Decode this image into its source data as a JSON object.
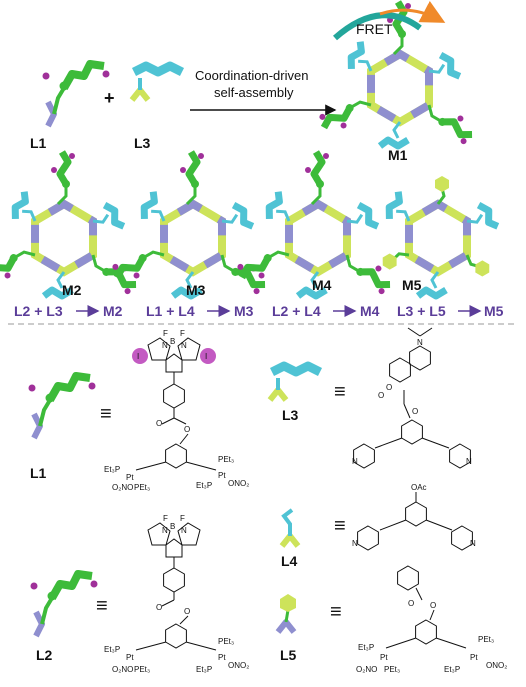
{
  "top": {
    "l1": "L1",
    "plus": "+",
    "l3": "L3",
    "arrow_line1": "Coordination-driven",
    "arrow_line2": "self-assembly",
    "m1": "M1",
    "fret": "FRET"
  },
  "middle": {
    "labels": [
      "M2",
      "M3",
      "M4",
      "M5"
    ],
    "equations": [
      "L2 + L3",
      "L1 + L4",
      "L2 + L4",
      "L3 + L5"
    ],
    "products": [
      "M2",
      "M3",
      "M4",
      "M5"
    ]
  },
  "bottom": {
    "l1": "L1",
    "l2": "L2",
    "l3": "L3",
    "l4": "L4",
    "l5": "L5",
    "equiv": "≡",
    "chem": {
      "f": "F",
      "b": "B",
      "n": "N",
      "i": "I",
      "o": "O",
      "pt": "Pt",
      "et3p": "Et₃P",
      "pet3": "PEt₃",
      "o2no": "O₂NO",
      "ono2": "ONO₂",
      "oac": "OAc"
    }
  },
  "colors": {
    "green": "#3dbb3a",
    "blue": "#4fc3d4",
    "purple": "#8f8fcf",
    "yellow": "#cde35a",
    "magenta": "#a0309a",
    "eqtext": "#5b3d99",
    "fret_teal": "#23a69b",
    "fret_orange": "#f08a2a"
  }
}
